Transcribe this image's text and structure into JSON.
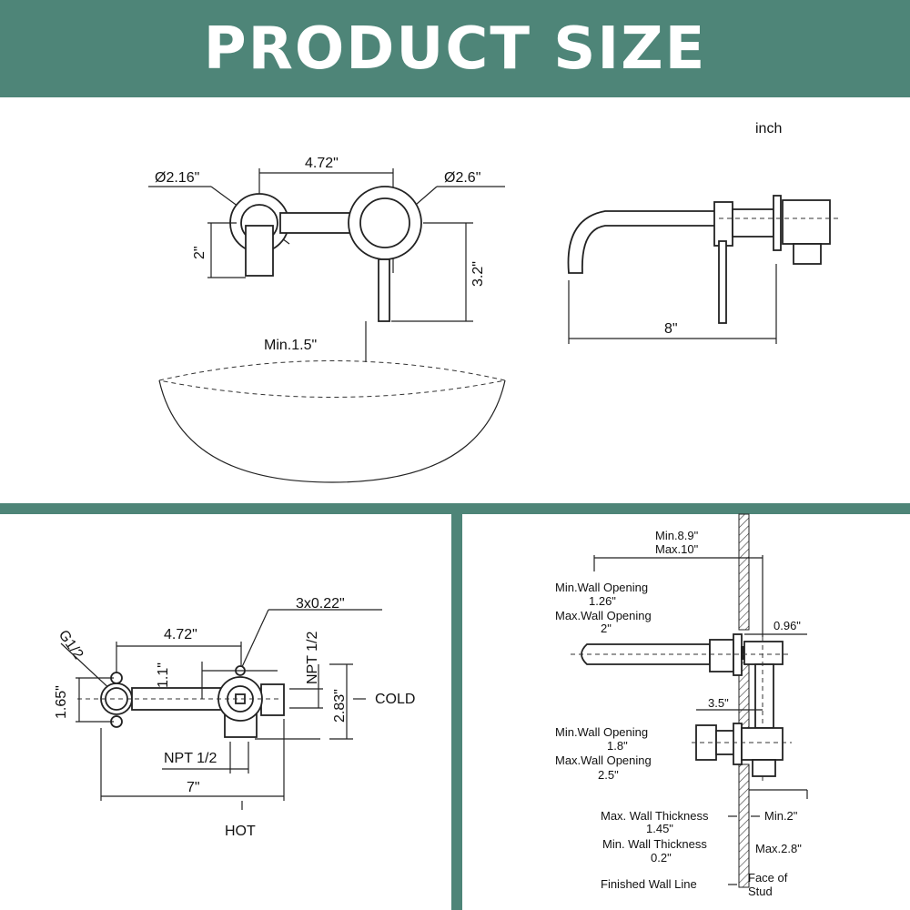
{
  "title": "PRODUCT SIZE",
  "unit": "inch",
  "front_view": {
    "spout_dia": "Ø2.16\"",
    "center_distance": "4.72\"",
    "handle_dia": "Ø2.6\"",
    "spout_height": "2\"",
    "handle_height": "3.2\"",
    "min_clearance": "Min.1.5\""
  },
  "side_view": {
    "length": "8\""
  },
  "valve_view": {
    "g_thread": "G1/2",
    "center_distance": "4.72\"",
    "hole_size": "3x0.22\"",
    "offset": "1.1\"",
    "height_left": "1.65\"",
    "npt_right": "NPT 1/2",
    "height_right": "2.83\"",
    "cold": "COLD",
    "npt_bottom": "NPT 1/2",
    "width": "7\"",
    "hot": "HOT"
  },
  "install_view": {
    "depth_min": "Min.8.9\"",
    "depth_max": "Max.10\"",
    "spout_min_label": "Min.Wall Opening",
    "spout_min": "1.26\"",
    "spout_max_label": "Max.Wall Opening",
    "spout_max": "2\"",
    "offset": "0.96\"",
    "handle_depth": "3.5\"",
    "handle_min_label": "Min.Wall Opening",
    "handle_min": "1.8\"",
    "handle_max_label": "Max.Wall Opening",
    "handle_max": "2.5\"",
    "wall_max_label": "Max. Wall Thickness",
    "wall_max": "1.45\"",
    "wall_min_label": "Min. Wall Thickness",
    "wall_min": "0.2\"",
    "stud_min": "Min.2\"",
    "stud_max": "Max.2.8\"",
    "finished_wall": "Finished Wall Line",
    "face_of": "Face of",
    "stud": "Stud"
  }
}
